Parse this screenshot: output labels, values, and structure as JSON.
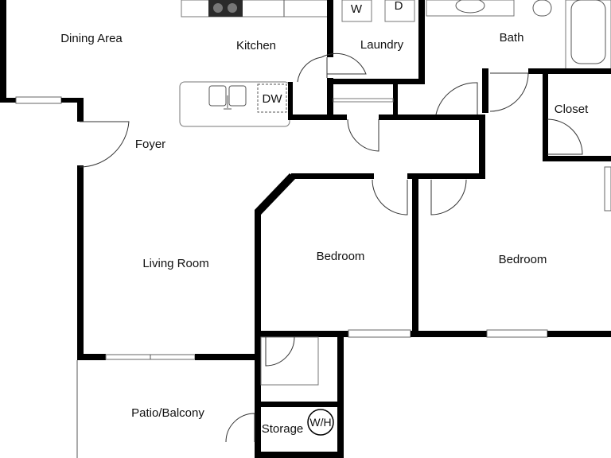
{
  "rooms": {
    "dining": "Dining Area",
    "kitchen": "Kitchen",
    "laundry": "Laundry",
    "bath": "Bath",
    "closet": "Closet",
    "foyer": "Foyer",
    "living": "Living Room",
    "bedroom_1": "Bedroom",
    "bedroom_2": "Bedroom",
    "patio": "Patio/Balcony",
    "storage": "Storage"
  },
  "fixtures": {
    "washer": "W",
    "dryer": "D",
    "dishwasher": "DW",
    "water_heater": "W/H"
  }
}
